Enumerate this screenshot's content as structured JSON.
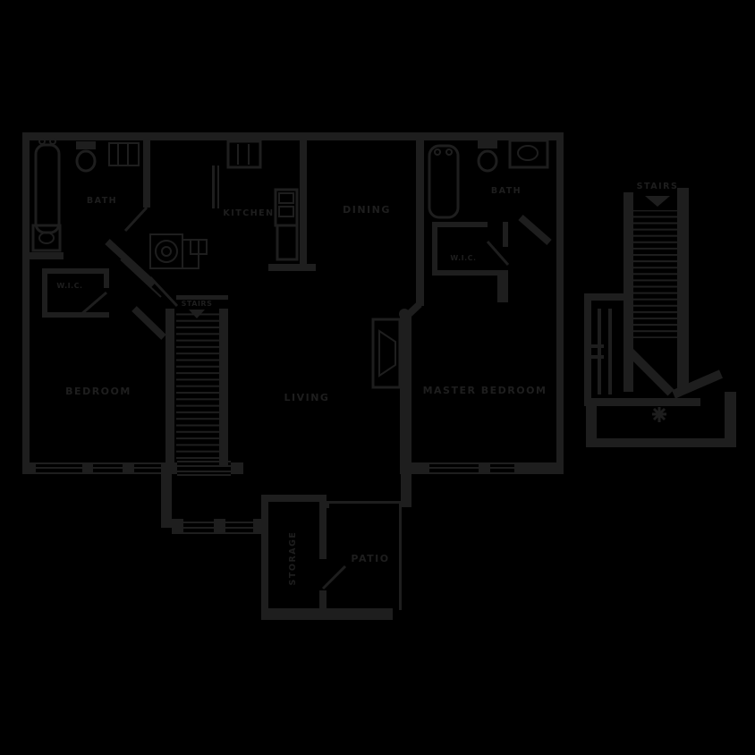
{
  "title": "apartment-floor-plan",
  "colors": {
    "background": "#000000",
    "wall": "#1e1e1e"
  },
  "labels": {
    "bath_left": "BATH",
    "bath_right": "BATH",
    "kitchen": "KITCHEN",
    "dining": "DINING",
    "living": "LIVING",
    "bedroom": "BEDROOM",
    "master_bedroom": "MASTER BEDROOM",
    "wic_left": "W.I.C.",
    "wic_right": "W.I.C.",
    "stairs_interior": "STAIRS",
    "stairs_entry": "STAIRS",
    "storage": "STORAGE",
    "patio": "PATIO"
  },
  "fixtures": [
    "bathtub-icon",
    "toilet-icon",
    "sink-icon",
    "vanity-icon",
    "closet-icon",
    "washer-icon",
    "dryer-icon",
    "range-icon",
    "refrigerator-icon",
    "dishwasher-icon",
    "fireplace-icon",
    "window",
    "door-swing",
    "stair-treads",
    "down-arrow-icon",
    "starburst-icon",
    "railing"
  ]
}
